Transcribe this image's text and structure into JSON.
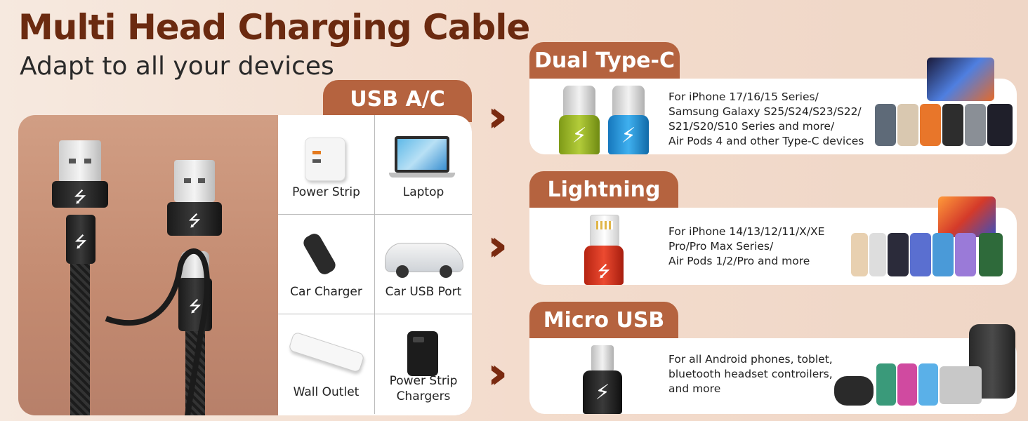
{
  "header": {
    "title": "Multi Head Charging Cable",
    "subtitle": "Adapt to all your devices"
  },
  "usb_section": {
    "tab_label": "USB A/C",
    "cells": [
      {
        "label": "Power Strip"
      },
      {
        "label": "Laptop"
      },
      {
        "label": "Car Charger"
      },
      {
        "label": "Car USB Port"
      },
      {
        "label": "Wall Outlet"
      },
      {
        "label": "Power Strip Chargers"
      }
    ]
  },
  "connectors": [
    {
      "tab_label": "Dual Type-C",
      "description_lines": [
        "For iPhone 17/16/15 Series/",
        "Samsung Galaxy S25/S24/S23/S22/",
        "S21/S20/S10 Series and more/",
        "Air Pods 4 and other Type-C devices"
      ]
    },
    {
      "tab_label": "Lightning",
      "description_lines": [
        "For iPhone 14/13/12/11/X/XE",
        "Pro/Pro Max Series/",
        "Air Pods 1/2/Pro and more"
      ]
    },
    {
      "tab_label": "Micro USB",
      "description_lines": [
        "For all Android phones, toblet,",
        "bluetooth headset controilers,",
        "and more"
      ]
    }
  ],
  "colors": {
    "accent": "#b5633f",
    "title": "#6b2a10",
    "typec_green": "#8fae1f",
    "typec_blue": "#1f8fd6",
    "lightning_red": "#d5301c"
  },
  "icons": [
    "chevron-double-right-icon",
    "usb-symbol-icon",
    "lightning-bolt-icon"
  ]
}
